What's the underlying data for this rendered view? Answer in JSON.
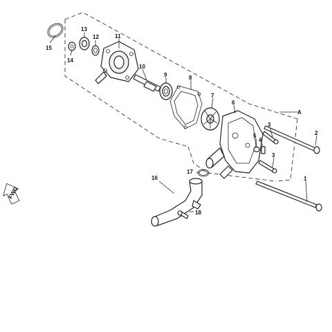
{
  "diagram": {
    "callouts": {
      "c1": "1",
      "c2": "2",
      "c3a": "3",
      "c3b": "3",
      "c4": "4",
      "c5": "5",
      "c6": "6",
      "c7": "7",
      "c8": "8",
      "c9": "9",
      "c10": "10",
      "c11": "11",
      "c12": "12",
      "c13": "13",
      "c14": "14",
      "c15": "15",
      "c16": "16",
      "c17": "17",
      "c18": "18",
      "ref_a": "A"
    },
    "fwd_label": "FWD"
  }
}
